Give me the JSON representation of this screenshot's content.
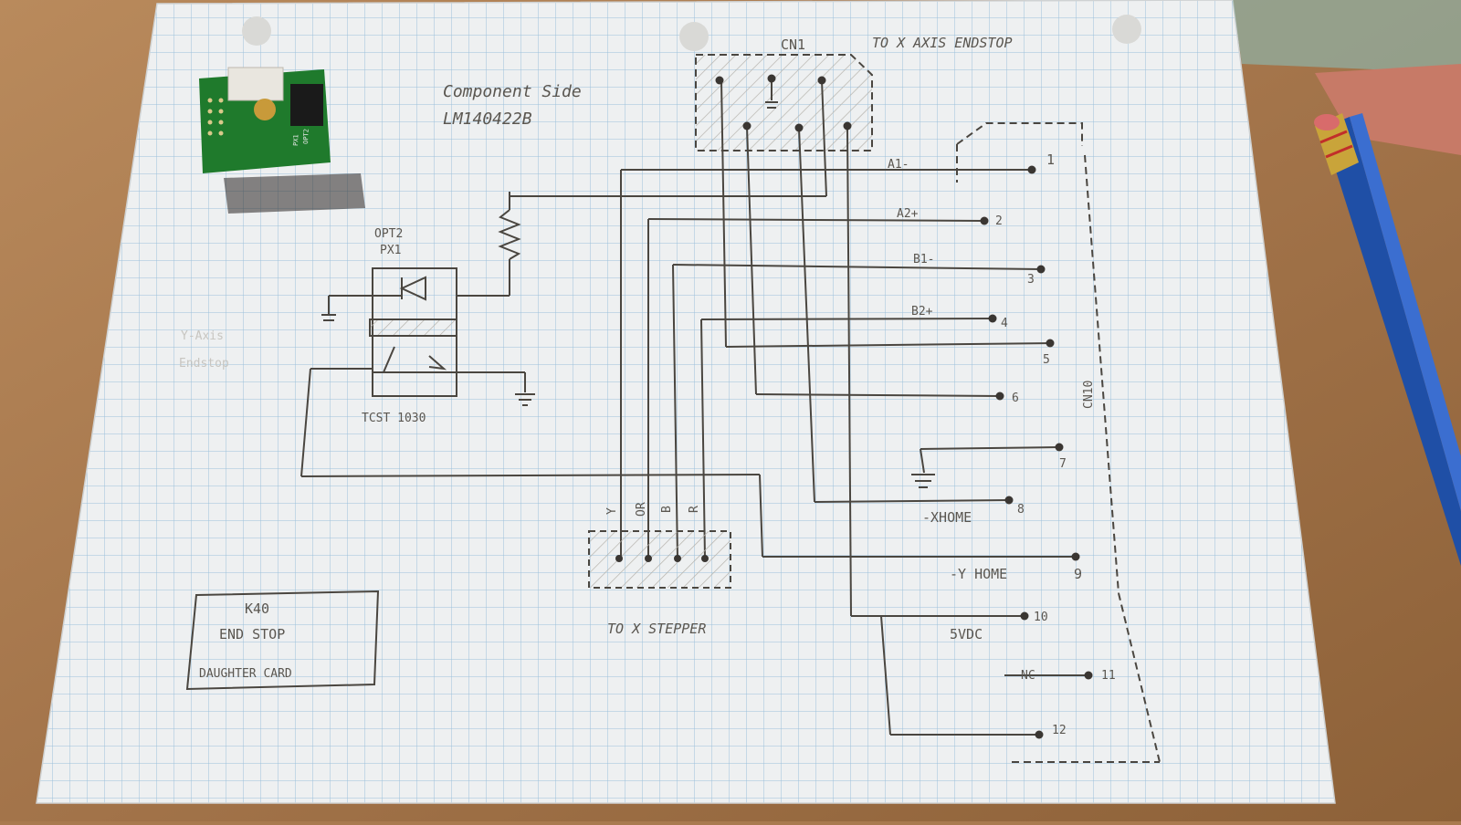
{
  "notes": {
    "component_side": "Component Side",
    "part_number": "LM140422B"
  },
  "header": {
    "cn1": "CN1",
    "to_x_axis_endstop": "TO X AXIS ENDSTOP"
  },
  "sensor": {
    "name_line1": "OPT2",
    "name_line2": "PX1",
    "part": "TCST 1030",
    "faint_line1": "Y-Axis",
    "faint_line2": "Endstop"
  },
  "cn10": {
    "label": "CN10",
    "signals": [
      "A1-",
      "A2+",
      "B1-",
      "B2+",
      "-XHOME",
      "-Y HOME",
      "5VDC",
      "NC"
    ],
    "pins": [
      "1",
      "2",
      "3",
      "4",
      "5",
      "6",
      "7",
      "8",
      "9",
      "10",
      "11",
      "12"
    ]
  },
  "stepper": {
    "label": "TO X STEPPER",
    "pins": [
      "Y",
      "OR",
      "B",
      "R"
    ]
  },
  "card": {
    "line1": "K40",
    "line2": "END STOP",
    "line3": "DAUGHTER CARD"
  },
  "pcb": {
    "silk": [
      "OPT2",
      "PX1"
    ]
  },
  "colors": {
    "paper": "#eef0f1",
    "grid": "#9cc0da",
    "pencil": "#4a4640",
    "pcb": "#1f7a2c",
    "table": "#a97a4f",
    "pencil_body": "#1f4fa6"
  }
}
